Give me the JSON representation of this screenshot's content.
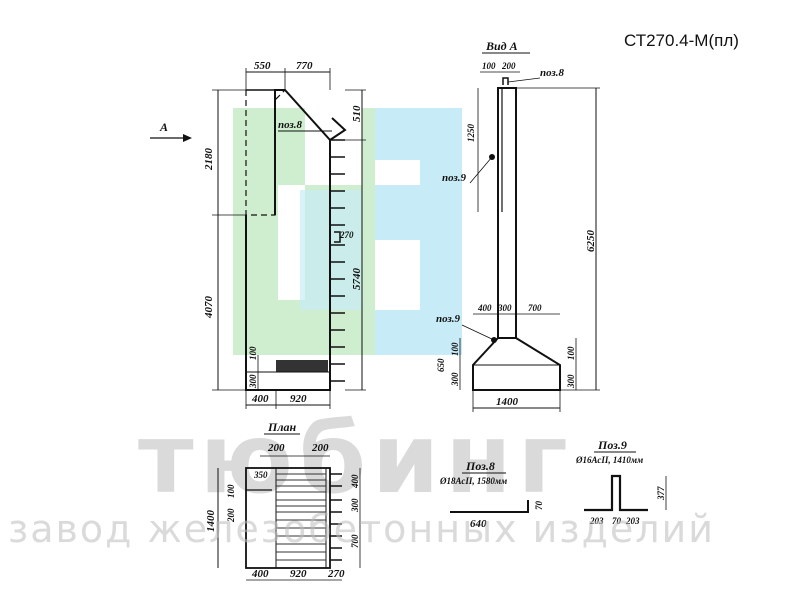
{
  "title": {
    "code": "СТ270.4-М(пл)"
  },
  "colors": {
    "logo_green": "#cfeecf",
    "logo_blue": "#c7ecf7",
    "watermark": "#bdbdbd",
    "ink": "#111111"
  },
  "watermark": {
    "brand": "тюбинг",
    "tagline": "завод железобетонных изделий"
  },
  "front_view": {
    "view_arrow_label": "А",
    "pos8_label": "поз.8",
    "dims": {
      "top_550": "550",
      "top_770": "770",
      "right_510": "510",
      "right_270": "270",
      "right_5740": "5740",
      "left_2180": "2180",
      "left_4070": "4070",
      "left_300": "300",
      "left_100": "100",
      "bottom_400": "400",
      "bottom_920": "920"
    }
  },
  "side_view": {
    "title": "Вид А",
    "pos8_label": "поз.8",
    "pos9_label_top": "поз.9",
    "pos9_label_bottom": "поз.9",
    "dims": {
      "top_100": "100",
      "top_200": "200",
      "d_1250": "1250",
      "d_6250": "6250",
      "d_400": "400",
      "d_300": "300",
      "d_700": "700",
      "d_650": "650",
      "d_100_left": "100",
      "d_300_left": "300",
      "d_100_right": "100",
      "d_300_right": "300",
      "d_1400": "1400"
    }
  },
  "plan": {
    "title": "План",
    "dims": {
      "top_200_a": "200",
      "top_200_b": "200",
      "d_350": "350",
      "d_100": "100",
      "d_200": "200",
      "d_1400": "1400",
      "right_400_a": "400",
      "right_300": "300",
      "right_700": "700",
      "bottom_400": "400",
      "bottom_920": "920",
      "bottom_270": "270"
    }
  },
  "pos8": {
    "title": "Поз.8",
    "spec": "Ø18АсII, 1580мм",
    "d_640": "640",
    "d_70": "70"
  },
  "pos9": {
    "title": "Поз.9",
    "spec": "Ø16АсII, 1410мм",
    "d_203_a": "203",
    "d_70": "70",
    "d_203_b": "203",
    "d_377": "377"
  }
}
